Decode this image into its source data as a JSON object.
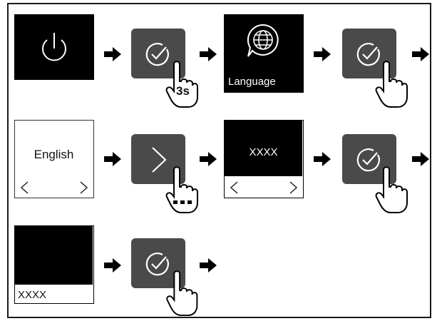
{
  "diagram": {
    "row1": {
      "language_label": "Language",
      "hold_duration": "3s"
    },
    "row2": {
      "language_value": "English",
      "placeholder_value": "XXXX"
    },
    "row3": {
      "placeholder_value": "XXXX"
    }
  },
  "colors": {
    "screen": "#000000",
    "button_tile": "#4a4a4a",
    "arrow": "#000000",
    "border": "#1a1a1a"
  },
  "icons": [
    "power-icon",
    "globe-chat-icon",
    "check-circle-icon",
    "chevron-right-icon",
    "chevron-left-icon",
    "pointing-hand-icon",
    "arrow-right-icon"
  ]
}
